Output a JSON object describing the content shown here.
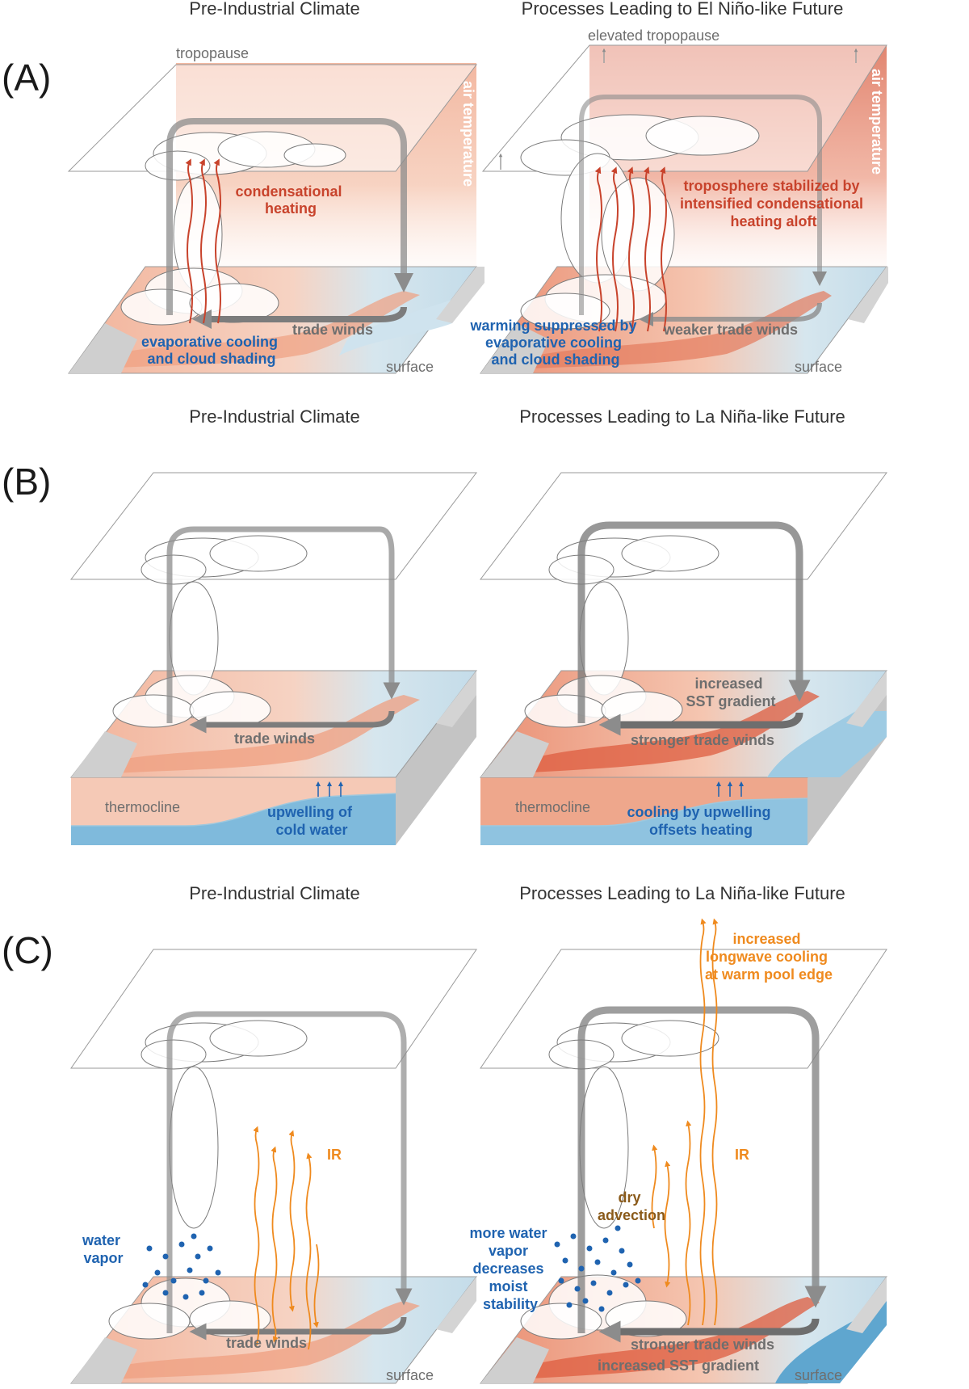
{
  "colors": {
    "warm": "#f2a585",
    "warm_strong": "#e06a45",
    "cool": "#bfdbe9",
    "cool_strong": "#5fa6cf",
    "land": "#c9c9c9",
    "arrow": "#8c8c8c",
    "red_text": "#c8432c",
    "blue_text": "#1f63b0",
    "orange_text": "#ef8a1e",
    "brown_text": "#8a5a1a"
  },
  "panels": {
    "A": {
      "letter": "(A)",
      "left": {
        "title": "Pre-Industrial Climate",
        "tropopause": "tropopause",
        "air_temperature": "air temperature",
        "heating": [
          "condensational",
          "heating"
        ],
        "trade_winds": "trade winds",
        "cooling": [
          "evaporative cooling",
          "and cloud shading"
        ],
        "surface": "surface"
      },
      "right": {
        "title": "Processes Leading to El Niño-like Future",
        "tropopause": "elevated tropopause",
        "air_temperature": "air temperature",
        "stabilized": [
          "troposphere stabilized by",
          "intensified condensational",
          "heating aloft"
        ],
        "warming": [
          "warming suppressed by",
          "evaporative cooling",
          "and cloud shading"
        ],
        "trade_winds": "weaker trade winds",
        "surface": "surface"
      }
    },
    "B": {
      "letter": "(B)",
      "left": {
        "title": "Pre-Industrial Climate",
        "trade_winds": "trade winds",
        "thermocline": "thermocline",
        "upwelling": [
          "upwelling of",
          "cold water"
        ]
      },
      "right": {
        "title": "Processes Leading to La Niña-like Future",
        "sst": [
          "increased",
          "SST gradient"
        ],
        "trade_winds": "stronger trade winds",
        "thermocline": "thermocline",
        "upwelling": [
          "cooling by upwelling",
          "offsets heating"
        ]
      }
    },
    "C": {
      "letter": "(C)",
      "left": {
        "title": "Pre-Industrial Climate",
        "ir": "IR",
        "water_vapor": [
          "water",
          "vapor"
        ],
        "trade_winds": "trade winds",
        "surface": "surface"
      },
      "right": {
        "title": "Processes Leading to La Niña-like Future",
        "longwave": [
          "increased",
          "longwave cooling",
          "at warm pool edge"
        ],
        "ir": "IR",
        "dry": [
          "dry",
          "advection"
        ],
        "water_vapor": [
          "more water",
          "vapor",
          "decreases",
          "moist",
          "stability"
        ],
        "trade_winds": "stronger trade winds",
        "sst": "increased SST gradient",
        "surface": "surface"
      }
    }
  }
}
